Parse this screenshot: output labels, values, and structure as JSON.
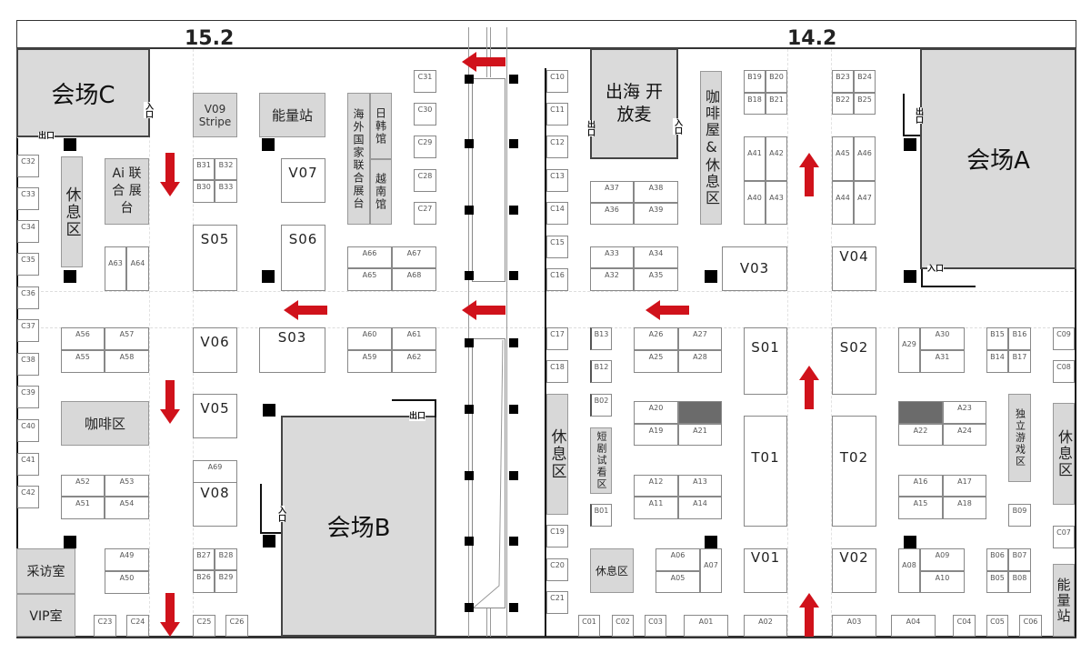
{
  "header": {
    "left_title": "15.2",
    "right_title": "14.2"
  },
  "colors": {
    "arrow": "#d0121b",
    "zone_fill": "#d8d8d8",
    "hall_fill": "#dadada",
    "booth_border": "#888888",
    "occupied_fill": "#6b6b6b",
    "pillar": "#000000"
  },
  "halls": {
    "a": "会场A",
    "b": "会场B",
    "c": "会场C"
  },
  "doors": {
    "entrance": "入口",
    "exit": "出口"
  },
  "zones": {
    "energy_left": "能量站",
    "energy_right": "能量站",
    "ai_pavilion": "Ai 联合 展台",
    "rest_left": "休息区",
    "coffee_left": "咖啡区",
    "interview": "采访室",
    "vip": "VIP室",
    "overseas_joint": "海外国家联合展台",
    "jp_kr": "日韩馆",
    "vietnam": "越南馆",
    "open_mic": "出海 开放麦",
    "coffee_house": "咖啡屋&休息区",
    "rest_mid": "休息区",
    "short_drama": "短剧试看区",
    "rest_small": "休息区",
    "indie_game": "独立游戏区",
    "rest_right": "休息区"
  },
  "big_booths": {
    "v09": "V09",
    "v09_sub": "Stripe",
    "v07": "V07",
    "s05": "S05",
    "s06": "S06",
    "v06": "V06",
    "s03": "S03",
    "v05": "V05",
    "v08": "V08",
    "a69": "A69",
    "v03": "V03",
    "v04": "V04",
    "s01": "S01",
    "s02": "S02",
    "t01": "T01",
    "t02": "T02",
    "v01": "V01",
    "v02": "V02"
  },
  "booths": {
    "b31": "B31",
    "b32": "B32",
    "b30": "B30",
    "b33": "B33",
    "a63": "A63",
    "a64": "A64",
    "a56": "A56",
    "a57": "A57",
    "a55": "A55",
    "a58": "A58",
    "a52": "A52",
    "a53": "A53",
    "a51": "A51",
    "a54": "A54",
    "a49": "A49",
    "a50": "A50",
    "b27": "B27",
    "b28": "B28",
    "b26": "B26",
    "b29": "B29",
    "a66": "A66",
    "a67": "A67",
    "a65": "A65",
    "a68": "A68",
    "a60": "A60",
    "a61": "A61",
    "a59": "A59",
    "a62": "A62",
    "b19": "B19",
    "b20": "B20",
    "b18": "B18",
    "b21": "B21",
    "b23": "B23",
    "b24": "B24",
    "b22": "B22",
    "b25": "B25",
    "a41": "A41",
    "a42": "A42",
    "a40": "A40",
    "a43": "A43",
    "a45": "A45",
    "a46": "A46",
    "a44": "A44",
    "a47": "A47",
    "a37": "A37",
    "a38": "A38",
    "a36": "A36",
    "a39": "A39",
    "a33": "A33",
    "a34": "A34",
    "a32": "A32",
    "a35": "A35",
    "b13": "B13",
    "b12": "B12",
    "b02": "B02",
    "b01": "B01",
    "a26": "A26",
    "a27": "A27",
    "a25": "A25",
    "a28": "A28",
    "a20": "A20",
    "a19": "A19",
    "a21": "A21",
    "a12": "A12",
    "a13": "A13",
    "a11": "A11",
    "a14": "A14",
    "a06": "A06",
    "a05": "A05",
    "a07": "A07",
    "a29": "A29",
    "a30": "A30",
    "a31": "A31",
    "b15": "B15",
    "b16": "B16",
    "b14": "B14",
    "b17": "B17",
    "a23": "A23",
    "a22": "A22",
    "a24": "A24",
    "a16": "A16",
    "a17": "A17",
    "a15": "A15",
    "a18": "A18",
    "b09": "B09",
    "a08": "A08",
    "a09": "A09",
    "a10": "A10",
    "b06": "B06",
    "b07": "B07",
    "b05": "B05",
    "b08": "B08",
    "a01": "A01",
    "a02": "A02",
    "a03": "A03",
    "a04": "A04"
  },
  "c_booths_left": [
    "C32",
    "C33",
    "C34",
    "C35",
    "C36",
    "C37",
    "C38",
    "C39",
    "C40",
    "C41",
    "C42"
  ],
  "c_booths_bottom_left": [
    "C23",
    "C24",
    "C25",
    "C26"
  ],
  "c_booths_mid_top": [
    "C31",
    "C30",
    "C29",
    "C28",
    "C27"
  ],
  "c_booths_mid_col_top": [
    "C10",
    "C11",
    "C12",
    "C13",
    "C14",
    "C15",
    "C16"
  ],
  "c_booths_mid_col_bottom": [
    "C17",
    "C18"
  ],
  "c_booths_mid_col_low": [
    "C19",
    "C20",
    "C21"
  ],
  "c_booths_bottom_right": [
    "C01",
    "C02",
    "C03",
    "C04",
    "C05",
    "C06"
  ],
  "c_booths_right": [
    "C09",
    "C08",
    "C07"
  ]
}
